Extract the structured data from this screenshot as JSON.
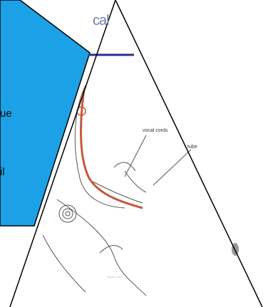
{
  "slide": {
    "heading_fragment": "cal",
    "left_panel": {
      "color": "#1da1e6",
      "text_fragments": [
        "ue",
        "il"
      ]
    },
    "illustration": {
      "labels": {
        "vocal_cords": "vocal cords",
        "tube": "tube",
        "small_caption": "~~~~ ~~~"
      },
      "tube_color": "#c9583a"
    },
    "rule_color": "#2b2f8f"
  }
}
